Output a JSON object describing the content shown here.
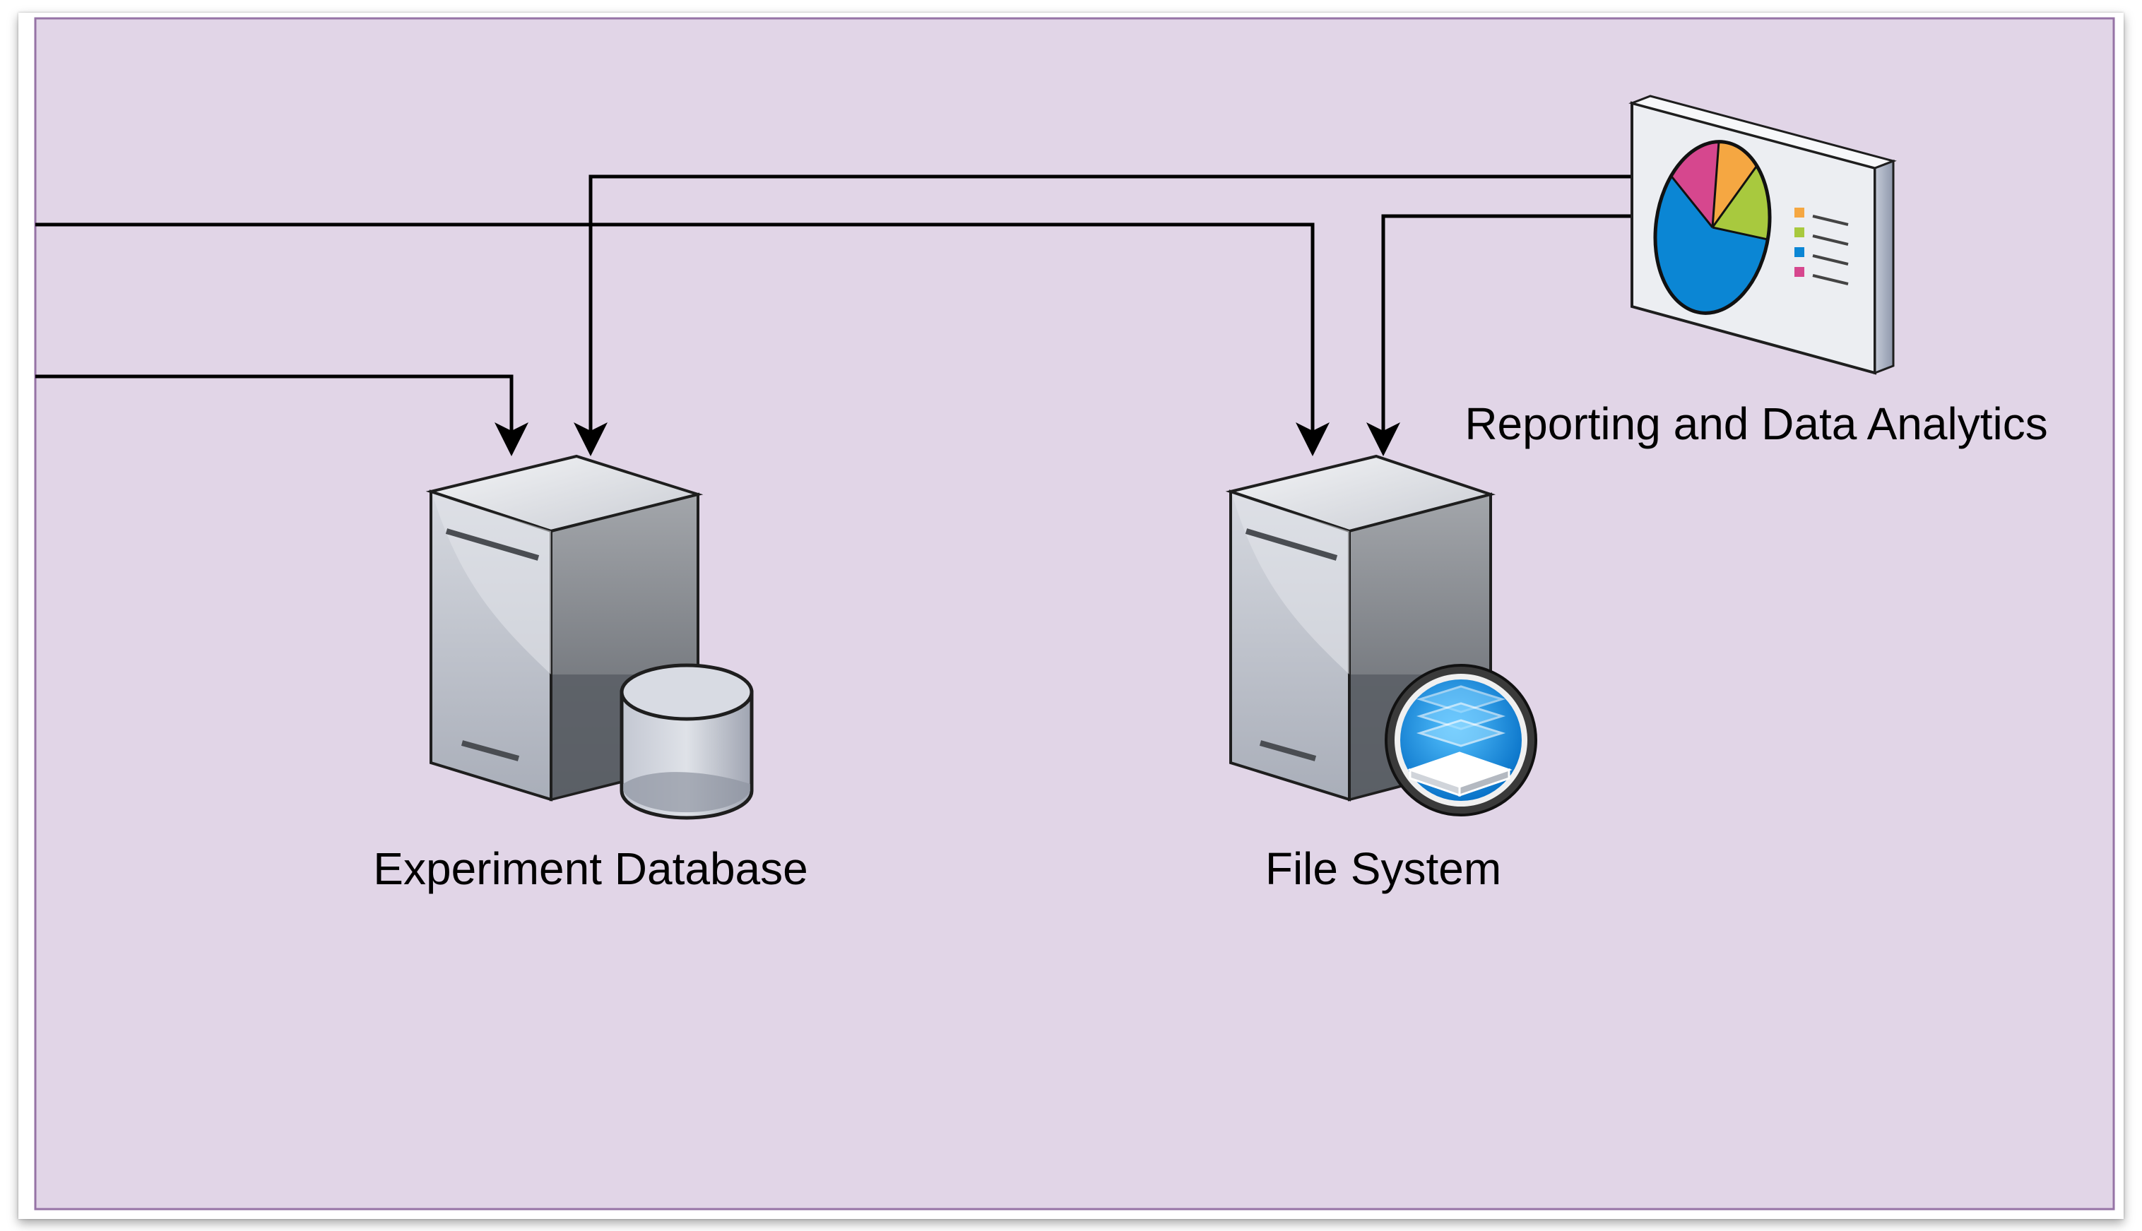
{
  "diagram": {
    "background_color": "#e1d5e7",
    "border_color": "#9673a6",
    "edge_color": "#000000",
    "nodes": {
      "experiment_database": {
        "label": "Experiment Database",
        "icon": "database-server-icon"
      },
      "file_system": {
        "label": "File System",
        "icon": "file-server-icon"
      },
      "reporting": {
        "label": "Reporting and Data Analytics",
        "icon": "pie-chart-report-board-icon"
      }
    },
    "edges": [
      {
        "from": "off-canvas-left",
        "to": "experiment_database"
      },
      {
        "from": "off-canvas-left",
        "to": "file_system"
      },
      {
        "from": "reporting",
        "to": "experiment_database"
      },
      {
        "from": "reporting",
        "to": "file_system"
      }
    ]
  }
}
